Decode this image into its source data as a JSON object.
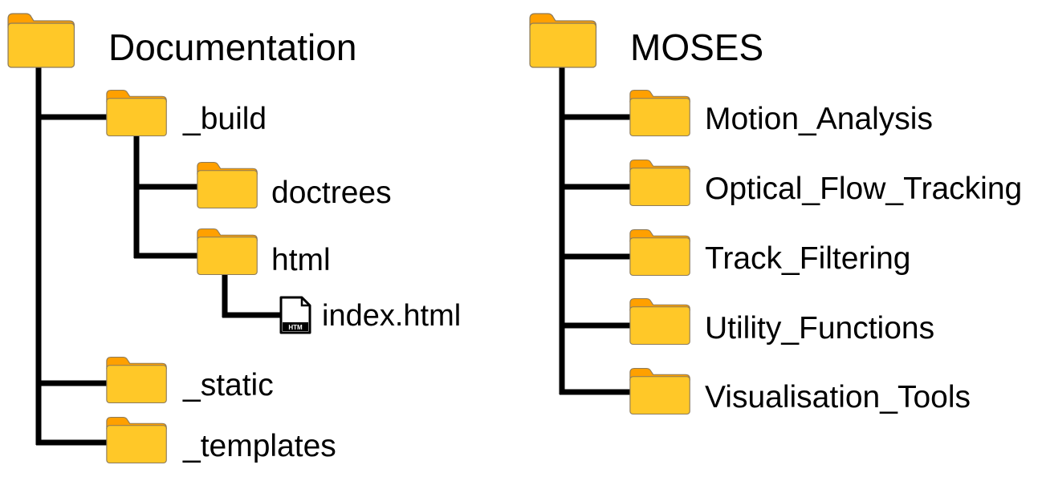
{
  "documentation": {
    "root_label": "Documentation",
    "build_label": "_build",
    "doctrees_label": "doctrees",
    "html_label": "html",
    "index_file_label": "index.html",
    "index_file_badge": "HTM",
    "static_label": "_static",
    "templates_label": "_templates"
  },
  "moses": {
    "root_label": "MOSES",
    "items": [
      {
        "label": "Motion_Analysis"
      },
      {
        "label": "Optical_Flow_Tracking"
      },
      {
        "label": "Track_Filtering"
      },
      {
        "label": "Utility_Functions"
      },
      {
        "label": "Visualisation_Tools"
      }
    ]
  },
  "colors": {
    "folder_body": "#FFC828",
    "folder_tab": "#FFA000",
    "folder_outline": "#8C7A5A",
    "connector_line": "#000000"
  }
}
